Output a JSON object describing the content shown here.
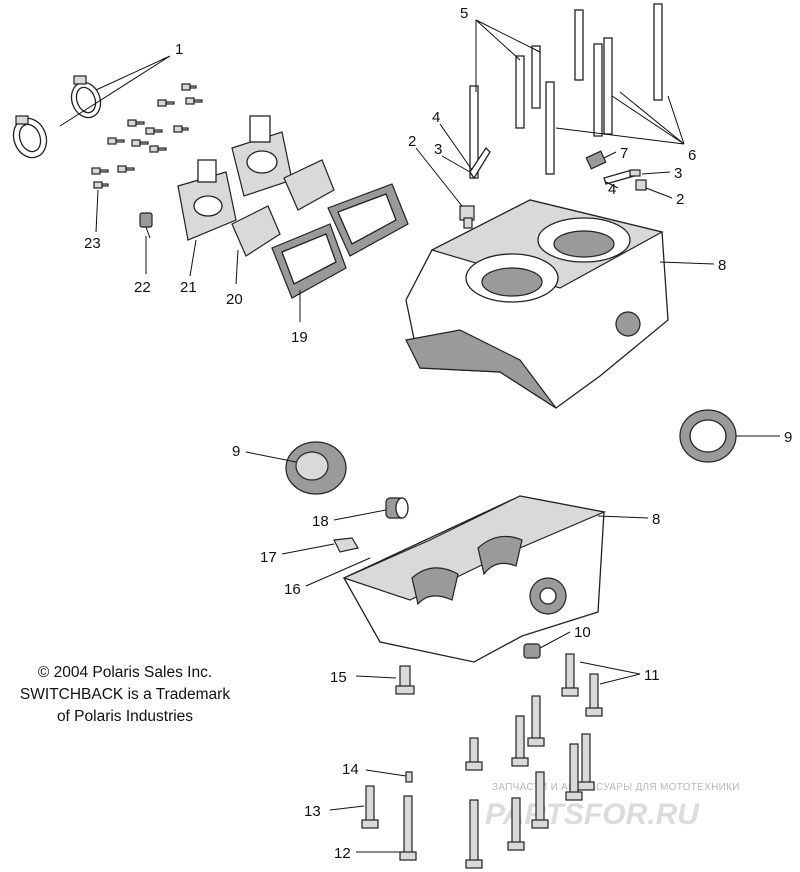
{
  "callouts": [
    {
      "id": "c1",
      "text": "1"
    },
    {
      "id": "c2a",
      "text": "2"
    },
    {
      "id": "c2b",
      "text": "2"
    },
    {
      "id": "c3a",
      "text": "3"
    },
    {
      "id": "c3b",
      "text": "3"
    },
    {
      "id": "c4a",
      "text": "4"
    },
    {
      "id": "c4b",
      "text": "4"
    },
    {
      "id": "c5",
      "text": "5"
    },
    {
      "id": "c6",
      "text": "6"
    },
    {
      "id": "c7",
      "text": "7"
    },
    {
      "id": "c8a",
      "text": "8"
    },
    {
      "id": "c8b",
      "text": "8"
    },
    {
      "id": "c9a",
      "text": "9"
    },
    {
      "id": "c9b",
      "text": "9"
    },
    {
      "id": "c10",
      "text": "10"
    },
    {
      "id": "c11",
      "text": "11"
    },
    {
      "id": "c12",
      "text": "12"
    },
    {
      "id": "c13",
      "text": "13"
    },
    {
      "id": "c14",
      "text": "14"
    },
    {
      "id": "c15",
      "text": "15"
    },
    {
      "id": "c16",
      "text": "16"
    },
    {
      "id": "c17",
      "text": "17"
    },
    {
      "id": "c18",
      "text": "18"
    },
    {
      "id": "c19",
      "text": "19"
    },
    {
      "id": "c20",
      "text": "20"
    },
    {
      "id": "c21",
      "text": "21"
    },
    {
      "id": "c22",
      "text": "22"
    },
    {
      "id": "c23",
      "text": "23"
    }
  ],
  "copyright": {
    "line1": "© 2004 Polaris Sales Inc.",
    "line2": "SWITCHBACK is a Trademark",
    "line3": "of Polaris Industries"
  },
  "watermark": {
    "tagline": "ЗАПЧАСТИ И АКСЕССУАРЫ ДЛЯ МОТОТЕХНИКИ",
    "brand": "PARTSFOR.RU"
  }
}
